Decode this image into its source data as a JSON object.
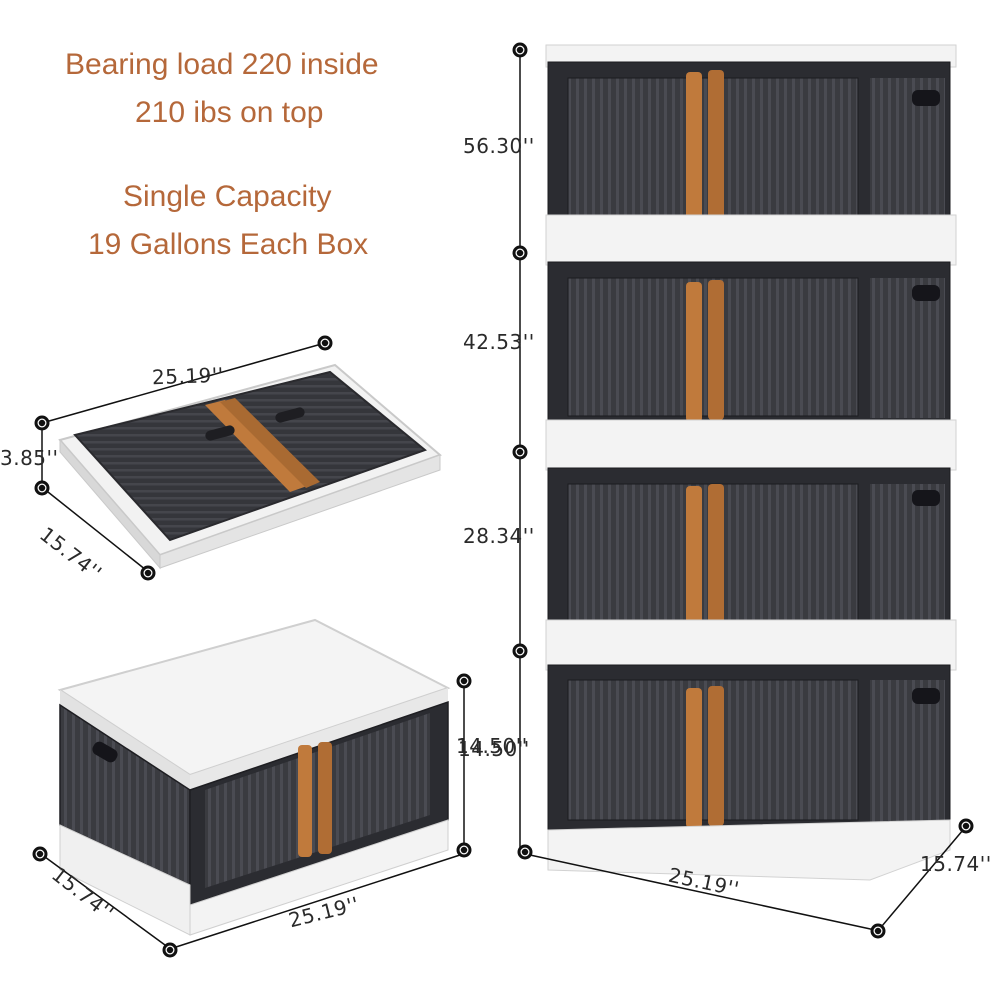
{
  "headline": {
    "line1": "Bearing load 220 inside",
    "line2": "210 ibs on top",
    "line3": "Single Capacity",
    "line4": "19  Gallons Each Box"
  },
  "folded_box": {
    "length": "25.19''",
    "height": "3.85''",
    "depth": "15.74''"
  },
  "single_box": {
    "height": "14.50''",
    "length": "25.19''",
    "depth": "15.74''"
  },
  "stack": {
    "heights": [
      "56.30''",
      "42.53''",
      "28.34''",
      "14.50''"
    ],
    "width": "25.19''",
    "depth": "15.74''"
  },
  "colors": {
    "accent_text": "#b5683a",
    "box_body": "#2f2f33",
    "box_frame": "#f1f1f1",
    "handle": "#c07a3c"
  }
}
